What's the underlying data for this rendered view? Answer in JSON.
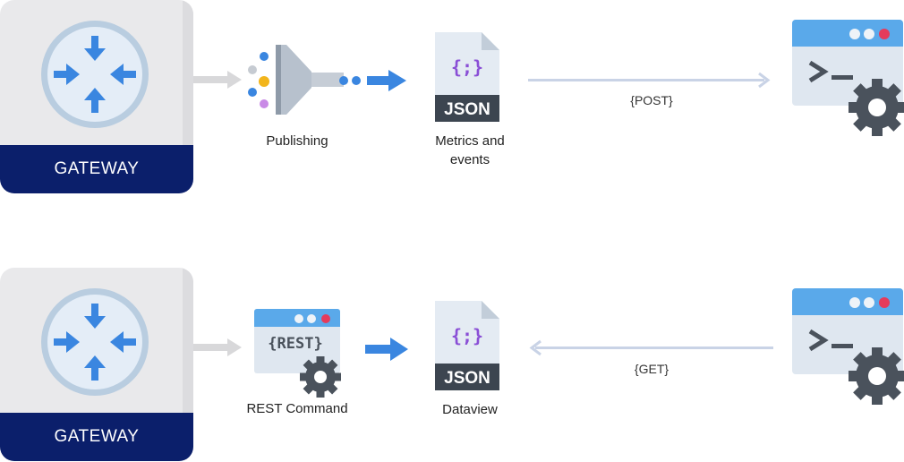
{
  "gateway_label": "GATEWAY",
  "row1": {
    "step1_label": "Publishing",
    "step2_label_line1": "Metrics and",
    "step2_label_line2": "events",
    "protocol": "{POST}"
  },
  "row2": {
    "step1_label": "REST Command",
    "step2_label": "Dataview",
    "protocol": "{GET}"
  },
  "json_text": "JSON",
  "json_glyph": "{;}",
  "rest_text": "{REST}",
  "terminal_glyph": ">_",
  "colors": {
    "gateway_band": "#0b1f6b",
    "gateway_bg": "#e9e9eb",
    "arrow_blue": "#3a86e0",
    "arrow_gray": "#d8d8da",
    "line_light": "#c9d3e6",
    "json_dark": "#3c4550",
    "json_purple": "#8a4fd6",
    "window_blue": "#5aa9ea",
    "gear_dark": "#4a525c"
  },
  "icons": [
    "router-icon",
    "funnel-icon",
    "json-file-icon",
    "terminal-window-icon",
    "gear-icon",
    "rest-window-icon"
  ]
}
